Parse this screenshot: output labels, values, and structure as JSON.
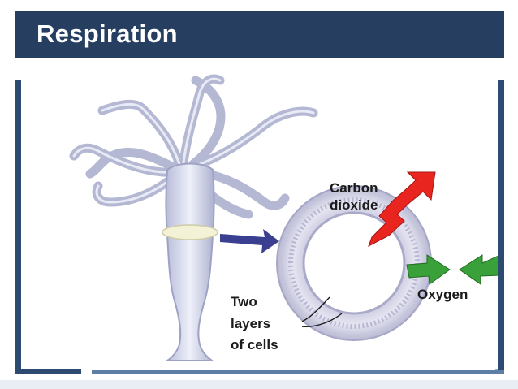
{
  "slide": {
    "title": "Respiration"
  },
  "diagram": {
    "labels": {
      "carbon_dioxide_line1": "Carbon",
      "carbon_dioxide_line2": "dioxide",
      "oxygen": "Oxygen",
      "cells_line1": "Two",
      "cells_line2": "layers",
      "cells_line3": "of cells"
    }
  },
  "colors": {
    "header": "#263f60",
    "carbon_dioxide_arrow": "#e8261f",
    "oxygen_arrow": "#3aa03a",
    "pointer_arrow": "#3a3f8f"
  }
}
